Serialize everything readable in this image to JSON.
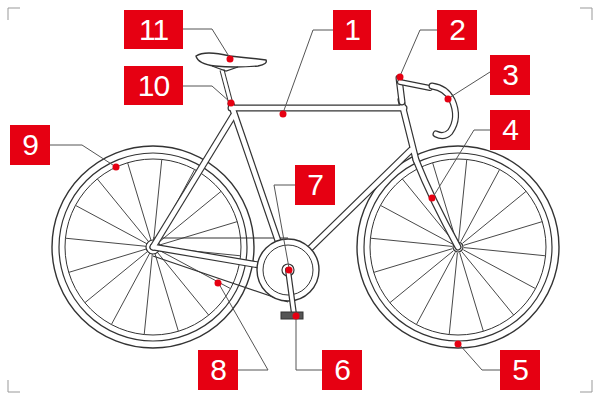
{
  "diagram": {
    "labels": [
      "11",
      "1",
      "2",
      "3",
      "10",
      "4",
      "9",
      "7",
      "8",
      "6",
      "5"
    ]
  }
}
